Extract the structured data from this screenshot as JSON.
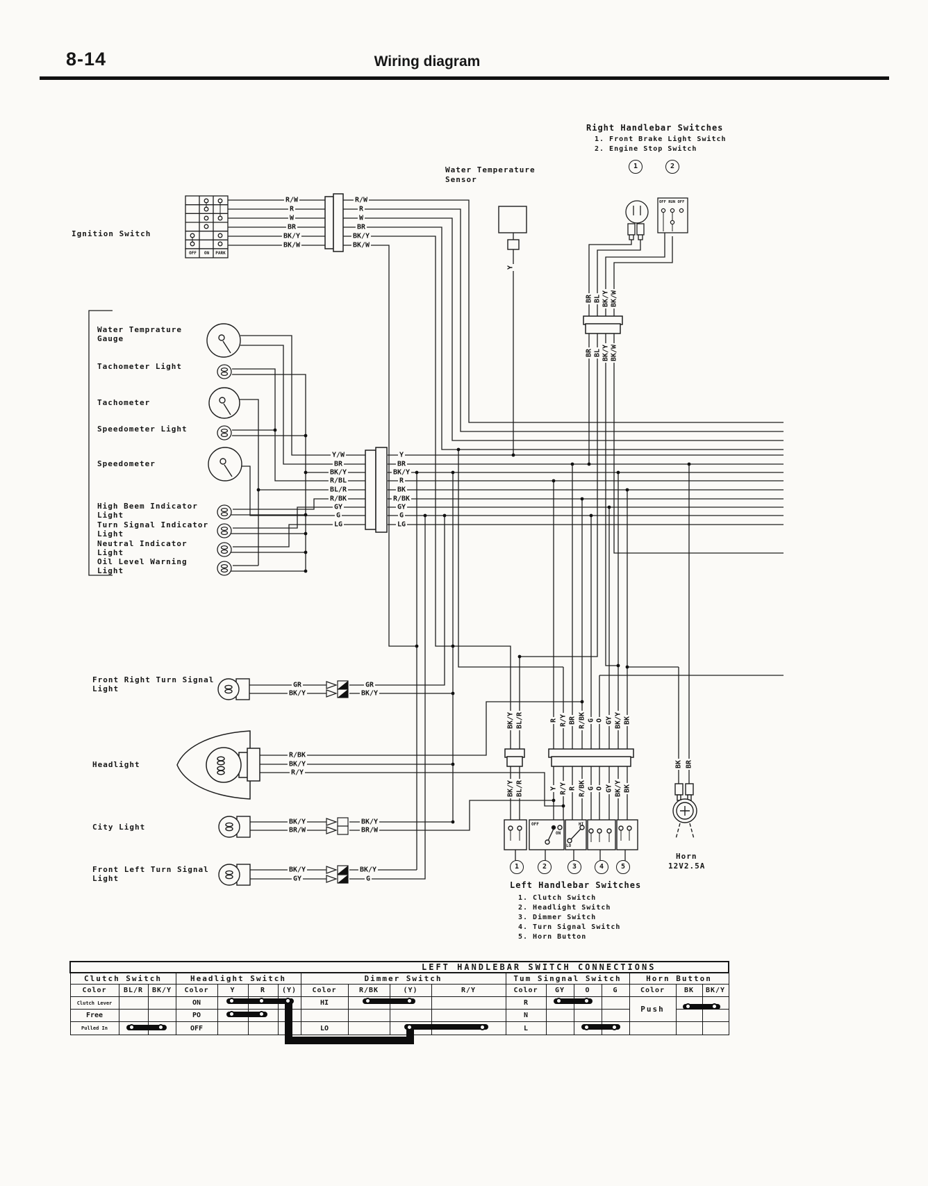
{
  "header": {
    "page_number": "8-14",
    "title": "Wiring diagram"
  },
  "ignition": {
    "label": "Ignition Switch",
    "positions": [
      "OFF",
      "ON",
      "PARK"
    ],
    "left_wires": [
      "R/W",
      "R",
      "W",
      "BR",
      "BK/Y",
      "BK/W"
    ],
    "right_wires": [
      "R/W",
      "R",
      "W",
      "BR",
      "BK/Y",
      "BK/W"
    ]
  },
  "right_handlebar": {
    "title": "Right Handlebar Switches",
    "item1": "1. Front Brake Light Switch",
    "item2": "2. Engine Stop Switch",
    "badge1": "1",
    "badge2": "2",
    "stop_switch_positions": "OFF RUN OFF",
    "upper_wires": [
      "BR",
      "BL",
      "BK/Y",
      "BK/W"
    ],
    "lower_wires": [
      "BR",
      "BL",
      "BK/Y",
      "BK/W"
    ]
  },
  "water_temp": {
    "label1": "Water Temperature",
    "label2": "Sensor",
    "wire": "Y"
  },
  "meters": {
    "labels": [
      "Water Temprature Gauge",
      "Tachometer Light",
      "Tachometer",
      "Speedometer Light",
      "Speedometer",
      "High Beem Indicator Light",
      "Turn Signal Indicator Light",
      "Neutral Indicator Light",
      "Oil Level Warning Light"
    ]
  },
  "meter_connector": {
    "left_wires": [
      "Y/W",
      "BR",
      "BK/Y",
      "R/BL",
      "BL/R",
      "R/BK",
      "GY",
      "G",
      "LG"
    ],
    "right_wires": [
      "Y",
      "BR",
      "BK/Y",
      "R",
      "BK",
      "R/BK",
      "GY",
      "G",
      "LG"
    ]
  },
  "front_right_signal": {
    "label": "Front Right Turn Signal Light",
    "left_wires": [
      "GR",
      "BK/Y"
    ],
    "right_wires": [
      "GR",
      "BK/Y"
    ]
  },
  "headlight": {
    "label": "Headlight",
    "wires": [
      "R/BK",
      "BK/Y",
      "R/Y"
    ]
  },
  "city_light": {
    "label": "City Light",
    "left_wires": [
      "BK/Y",
      "BR/W"
    ],
    "right_wires": [
      "BK/Y",
      "BR/W"
    ]
  },
  "front_left_signal": {
    "label": "Front Left Turn Signal Light",
    "left_wires": [
      "BK/Y",
      "GY"
    ],
    "right_wires": [
      "BK/Y",
      "G"
    ]
  },
  "left_handlebar": {
    "above_pair": [
      "BK/Y",
      "BL/R"
    ],
    "above_wires": [
      "R",
      "R/Y",
      "BR",
      "R/BK",
      "G",
      "O",
      "GY",
      "BK/Y",
      "BK"
    ],
    "below_pair": [
      "BK/Y",
      "BL/R"
    ],
    "below_wires": [
      "Y",
      "R/Y",
      "R",
      "R/BK",
      "G",
      "O",
      "GY",
      "BK/Y",
      "BK"
    ],
    "badges": [
      "1",
      "2",
      "3",
      "4",
      "5"
    ],
    "box2_off": "OFF",
    "box2_on": "ON",
    "box3_lo": "LO",
    "box3_hi": "HI",
    "title": "Left Handlebar Switches",
    "items": [
      "1. Clutch Switch",
      "2. Headlight Switch",
      "3. Dimmer Switch",
      "4. Turn Signal Switch",
      "5. Horn Button"
    ]
  },
  "horn": {
    "wires": [
      "BK",
      "BR"
    ],
    "name": "Horn",
    "rating": "12V2.5A"
  },
  "table": {
    "title": "LEFT HANDLEBAR SWITCH CONNECTIONS",
    "clutch": {
      "header": "Clutch Switch",
      "cols": [
        "Color",
        "BL/R",
        "BK/Y"
      ],
      "rows": [
        "Clutch Lever",
        "Free",
        "Pulled In"
      ]
    },
    "headlight": {
      "header": "Headlight Switch",
      "cols": [
        "Color",
        "Y",
        "R",
        "(Y)"
      ],
      "rows": [
        "ON",
        "PO",
        "OFF"
      ]
    },
    "dimmer": {
      "header": "Dimmer Switch",
      "cols": [
        "Color",
        "R/BK",
        "(Y)",
        "R/Y"
      ],
      "rows": [
        "HI",
        "",
        "LO"
      ]
    },
    "turn": {
      "header": "Tum Singnal Switch",
      "cols": [
        "Color",
        "GY",
        "O",
        "G"
      ],
      "rows": [
        "R",
        "N",
        "L"
      ]
    },
    "horn": {
      "header": "Horn Button",
      "cols": [
        "Color",
        "BK",
        "BK/Y"
      ],
      "rows": [
        "Push"
      ]
    },
    "connections": [
      {
        "switch": "Clutch",
        "position": "Pulled In",
        "wires": [
          "BL/R",
          "BK/Y"
        ]
      },
      {
        "switch": "Headlight",
        "position": "ON",
        "wires": [
          "Y",
          "R",
          "(Y)"
        ]
      },
      {
        "switch": "Headlight",
        "position": "PO",
        "wires": [
          "Y",
          "R"
        ]
      },
      {
        "switch": "Dimmer",
        "position": "HI",
        "wires": [
          "R/BK",
          "(Y)"
        ]
      },
      {
        "switch": "Dimmer",
        "position": "LO",
        "wires": [
          "(Y)",
          "R/Y"
        ]
      },
      {
        "switch": "Turn Signal",
        "position": "R",
        "wires": [
          "GY",
          "O"
        ]
      },
      {
        "switch": "Turn Signal",
        "position": "L",
        "wires": [
          "O",
          "G"
        ]
      },
      {
        "switch": "Horn",
        "position": "Push",
        "wires": [
          "BK",
          "BK/Y"
        ]
      }
    ]
  }
}
